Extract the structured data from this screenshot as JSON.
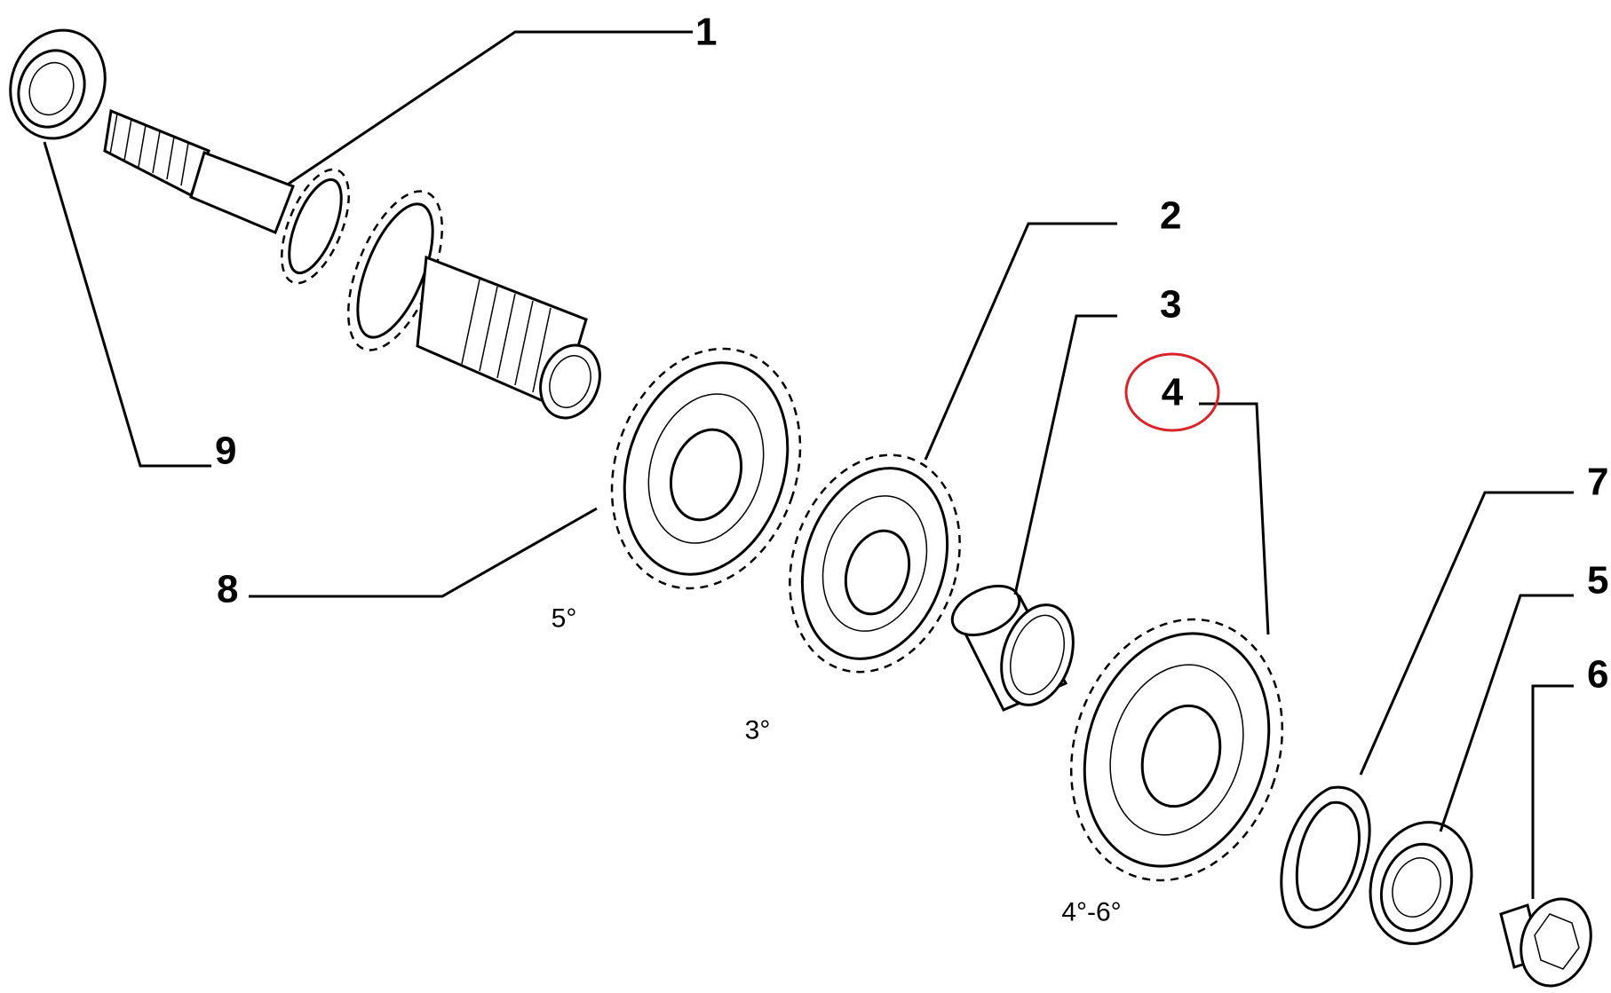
{
  "callouts": [
    {
      "id": "1",
      "label": "1"
    },
    {
      "id": "2",
      "label": "2"
    },
    {
      "id": "3",
      "label": "3"
    },
    {
      "id": "4",
      "label": "4",
      "highlight": true
    },
    {
      "id": "5",
      "label": "5"
    },
    {
      "id": "6",
      "label": "6"
    },
    {
      "id": "7",
      "label": "7"
    },
    {
      "id": "8",
      "label": "8"
    },
    {
      "id": "9",
      "label": "9"
    }
  ],
  "gear_labels": {
    "fifth": "5°",
    "third": "3°",
    "fourth_sixth": "4°-6°"
  },
  "colors": {
    "line": "#000000",
    "highlight_circle": "#d9242b",
    "background": "#ffffff"
  }
}
